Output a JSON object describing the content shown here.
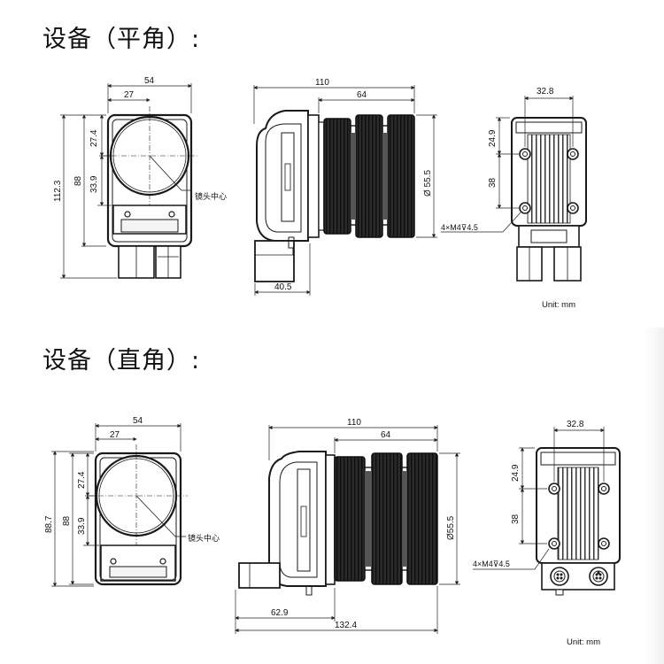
{
  "titles": {
    "flat": "设备（平角）:",
    "right_angle": "设备（直角）:"
  },
  "flat": {
    "front": {
      "w_total": "54",
      "w_half": "27",
      "h_top": "27.4",
      "h_center": "33.9",
      "h_body": "88",
      "h_total": "112.3",
      "lens_label": "镜头中心"
    },
    "side": {
      "length": "110",
      "lens_len": "64",
      "diameter": "Ø 55.5",
      "bottom": "40.5"
    },
    "back": {
      "width": "32.8",
      "h_top": "24.9",
      "h_spacing": "38",
      "holes": "4×M4⊽4.5"
    },
    "unit": "Unit: mm"
  },
  "right_angle": {
    "front": {
      "w_total": "54",
      "w_half": "27",
      "h_top": "27.4",
      "h_center": "33.9",
      "h_body": "88",
      "h_total": "88.7",
      "lens_label": "镜头中心"
    },
    "side": {
      "length": "110",
      "lens_len": "64",
      "diameter": "Ø55.5",
      "bottom1": "62.9",
      "bottom2": "132.4"
    },
    "back": {
      "width": "32.8",
      "h_top": "24.9",
      "h_spacing": "38",
      "holes": "4×M4⊽4.5"
    },
    "unit": "Unit: mm"
  }
}
